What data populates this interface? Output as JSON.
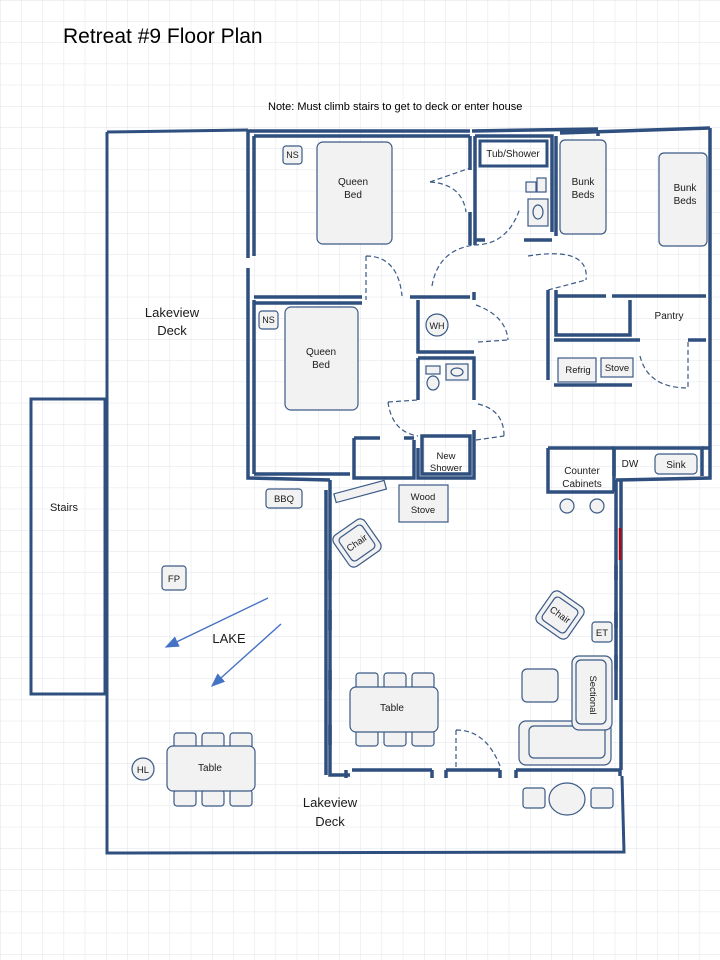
{
  "title": "Retreat #9 Floor Plan",
  "note": "Note:  Must climb stairs to get to deck or enter house",
  "labels": {
    "ns1": "NS",
    "ns2": "NS",
    "queen1": [
      "Queen",
      "Bed"
    ],
    "queen2": [
      "Queen",
      "Bed"
    ],
    "tub": "Tub/Shower",
    "bunk1": [
      "Bunk",
      "Beds"
    ],
    "bunk2": [
      "Bunk",
      "Beds"
    ],
    "wh": "WH",
    "pantry": "Pantry",
    "refrig": "Refrig",
    "stove": "Stove",
    "new_shower": [
      "New",
      "Shower"
    ],
    "counter": [
      "Counter",
      "Cabinets"
    ],
    "dw": "DW",
    "sink": "Sink",
    "bbq": "BBQ",
    "wood_stove": [
      "Wood",
      "Stove"
    ],
    "chair1": "Chair",
    "chair2": "Chair",
    "et": "ET",
    "sectional": "Sectional",
    "table_in": "Table",
    "table_out": "Table",
    "fp": "FP",
    "hl": "HL",
    "lake": "LAKE",
    "stairs": "Stairs",
    "deck_left": [
      "Lakeview",
      "Deck"
    ],
    "deck_bottom": [
      "Lakeview",
      "Deck"
    ]
  },
  "colors": {
    "wall": "#2f4f7f",
    "furniture_fill": "#f2f2f2",
    "arrow": "#4472c4",
    "door_accent": "#c00000",
    "grid": "#dfe3ea"
  }
}
